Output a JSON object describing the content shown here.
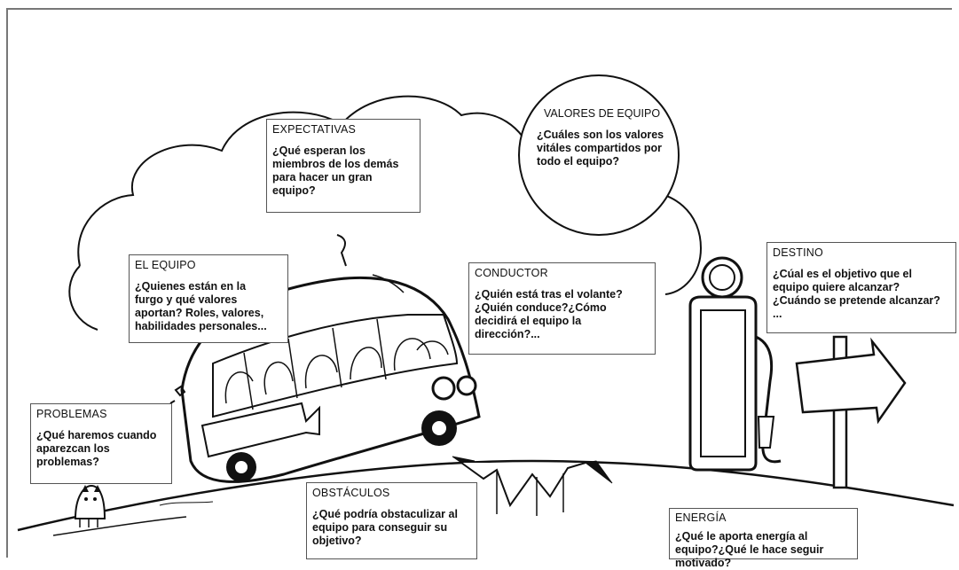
{
  "sections": {
    "expectativas": {
      "title": "EXPECTATIVAS",
      "text": "¿Qué esperan los\nmiembros de los demás\npara hacer un gran\nequipo?"
    },
    "valores": {
      "title": "VALORES DE EQUIPO",
      "text": "¿Cuáles son los valores\nvitáles compartidos por\ntodo el equipo?"
    },
    "equipo": {
      "title": "EL EQUIPO",
      "text": "¿Quienes están en la\nfurgo y qué valores\naportan? Roles, valores,\nhabilidades personales..."
    },
    "conductor": {
      "title": "CONDUCTOR",
      "text": "¿Quién está tras el volante?\n¿Quién conduce?¿Cómo\ndecidirá el equipo la\ndirección?..."
    },
    "destino": {
      "title": "DESTINO",
      "text": "¿Cúal es el objetivo que el\nequipo quiere alcanzar?\n¿Cuándo se pretende alcanzar?\n..."
    },
    "problemas": {
      "title": "PROBLEMAS",
      "text": "¿Qué haremos cuando\naparezcan los\nproblemas?"
    },
    "obstaculos": {
      "title": "OBSTÁCULOS",
      "text": "¿Qué podría obstaculizar al\nequipo para conseguir su\nobjetivo?"
    },
    "energia": {
      "title": "ENERGÍA",
      "text": "¿Qué le aporta energía al\nequipo?¿Qué le hace seguir\nmotivado?"
    }
  },
  "icons": [
    "thought-cloud-icon",
    "bus-icon",
    "fuel-pump-icon",
    "arrow-sign-icon",
    "road-crack-icon",
    "dog-icon"
  ],
  "colors": {
    "line": "#111111",
    "frame": "#777777",
    "background": "#ffffff"
  }
}
